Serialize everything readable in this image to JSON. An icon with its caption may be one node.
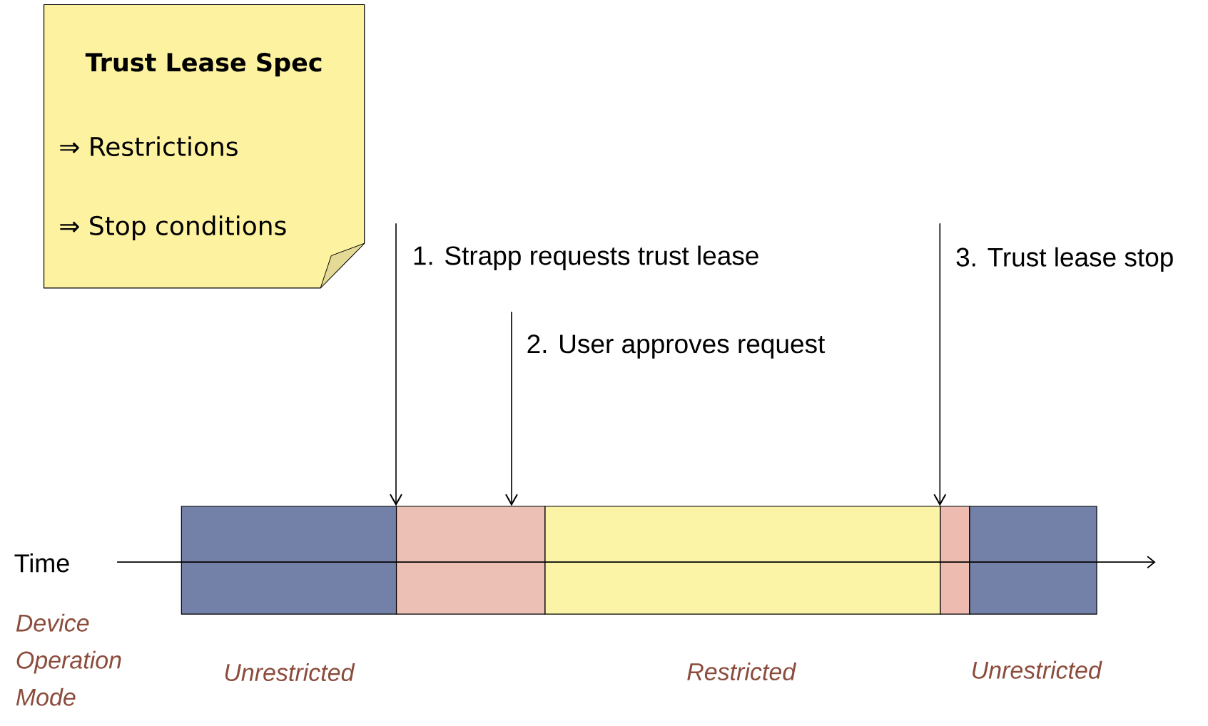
{
  "diagram": {
    "nodes": [
      {
        "text": [
          "Trust Lease Spec",
          "⇒ Restrictions",
          "⇒ Stop conditions"
        ]
      },
      {
        "text": [],
        "shape": "bar",
        "beside": [
          "Unrestricted"
        ]
      },
      {
        "text": [],
        "shape": "bar"
      },
      {
        "text": [],
        "shape": "bar",
        "beside": [
          "Restricted"
        ]
      },
      {
        "text": [],
        "shape": "bar"
      },
      {
        "text": [],
        "shape": "bar",
        "beside": [
          "Unrestricted"
        ]
      }
    ],
    "edges": [
      {
        "from": null,
        "to": 2,
        "arrow": "to",
        "label": "1. Strapp requests trust lease"
      },
      {
        "from": null,
        "to": 2,
        "arrow": "to",
        "label": "2. User approves request"
      },
      {
        "from": null,
        "to": 4,
        "arrow": "to",
        "label": "3. Trust lease stop"
      }
    ],
    "labels": [
      "Time",
      "Device Operation Mode"
    ]
  }
}
